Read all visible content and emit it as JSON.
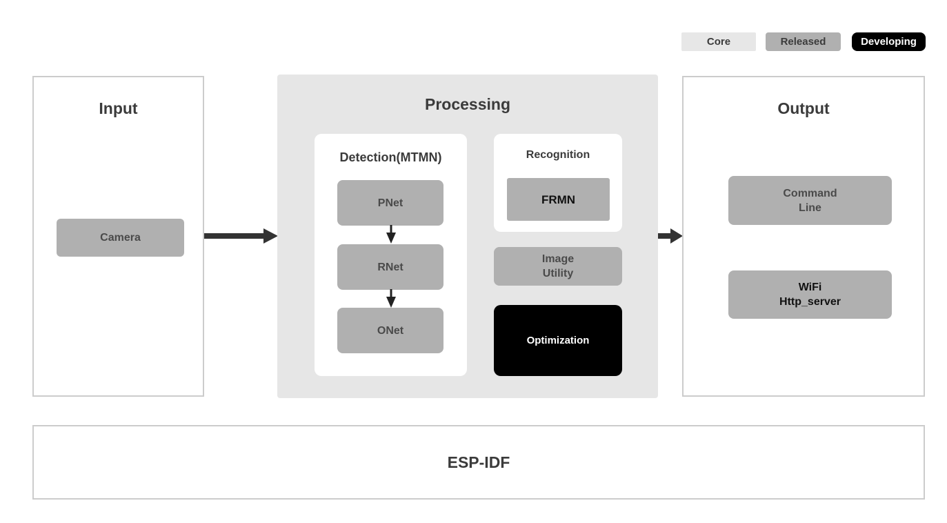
{
  "colors": {
    "background": "#ffffff",
    "processing_panel_bg": "#e6e6e6",
    "core_bg": "#e7e7e7",
    "released_bg": "#b0b0b0",
    "developing_bg": "#000000",
    "panel_border": "#cccccc",
    "title_text": "#3b3b3b",
    "gray_block_text": "#4a4a4a",
    "dark_block_text": "#111111",
    "arrow": "#333333"
  },
  "legend": {
    "items": [
      {
        "label": "Core"
      },
      {
        "label": "Released"
      },
      {
        "label": "Developing"
      }
    ]
  },
  "input": {
    "title": "Input",
    "camera_label": "Camera"
  },
  "processing": {
    "title": "Processing",
    "detection": {
      "title": "Detection(MTMN)",
      "blocks": [
        {
          "label": "PNet"
        },
        {
          "label": "RNet"
        },
        {
          "label": "ONet"
        }
      ]
    },
    "recognition": {
      "title": "Recognition",
      "frmn_label": "FRMN"
    },
    "image_utility_label": "Image\nUtility",
    "optimization_label": "Optimization"
  },
  "output": {
    "title": "Output",
    "blocks": [
      {
        "label": "Command\nLine"
      },
      {
        "label": "WiFi\nHttp_server"
      }
    ]
  },
  "base": {
    "title": "ESP-IDF"
  }
}
